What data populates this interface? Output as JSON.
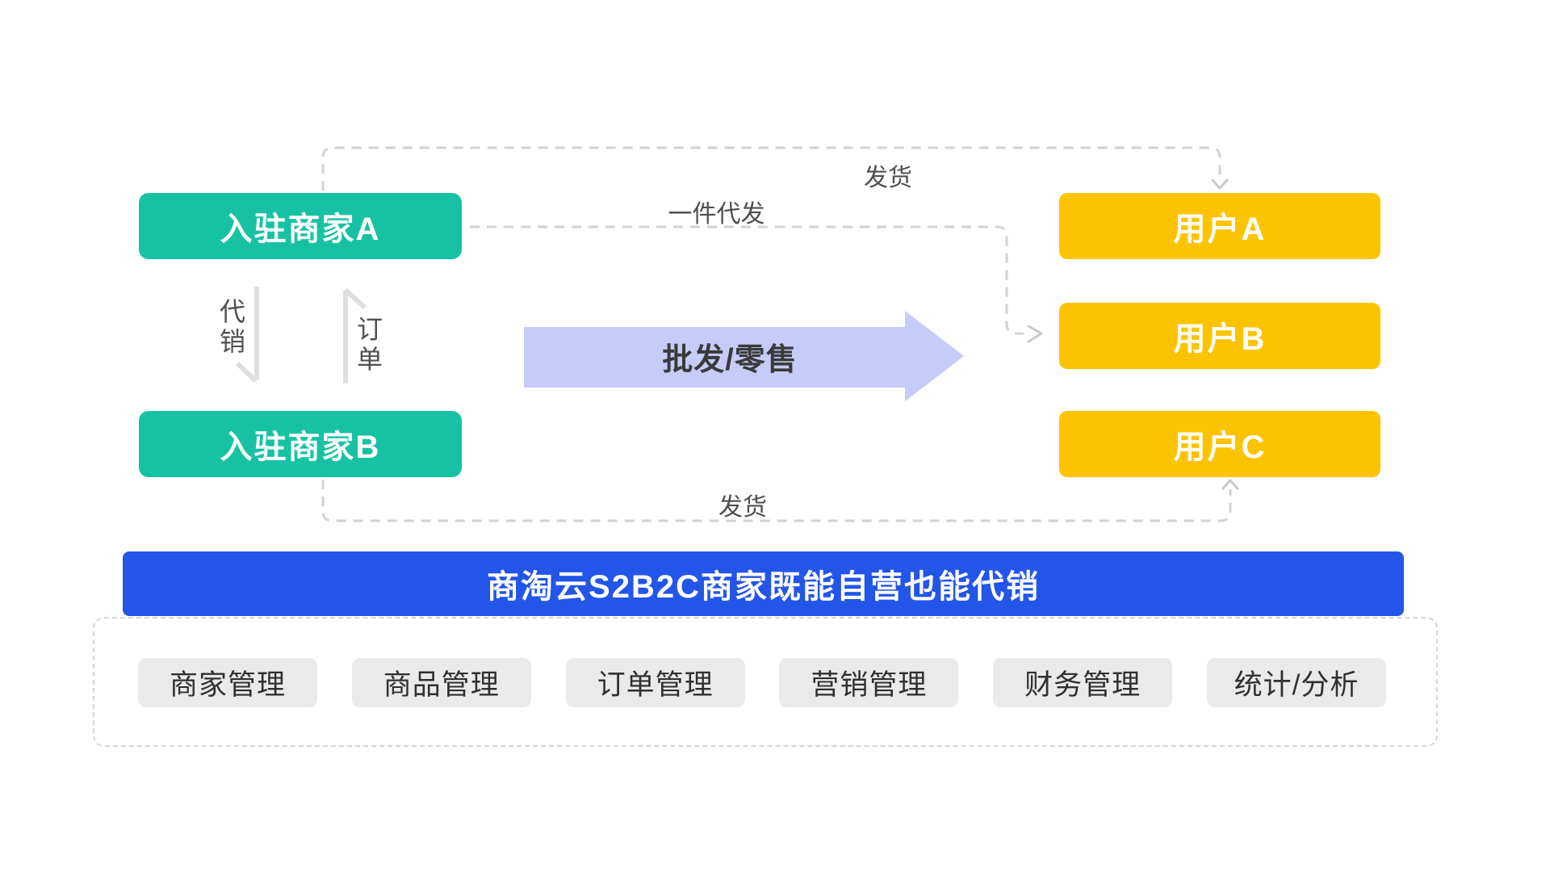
{
  "diagram": {
    "merchants": [
      {
        "label": "入驻商家A"
      },
      {
        "label": "入驻商家B"
      }
    ],
    "users": [
      {
        "label": "用户A"
      },
      {
        "label": "用户B"
      },
      {
        "label": "用户C"
      }
    ],
    "labels": {
      "ship_top": "发货",
      "dropship": "一件代发",
      "wholesale_retail": "批发/零售",
      "consignment": "代销",
      "order": "订单",
      "ship_bottom": "发货"
    }
  },
  "banner": {
    "title": "商淘云S2B2C商家既能自营也能代销"
  },
  "modules": [
    {
      "label": "商家管理"
    },
    {
      "label": "商品管理"
    },
    {
      "label": "订单管理"
    },
    {
      "label": "营销管理"
    },
    {
      "label": "财务管理"
    },
    {
      "label": "统计/分析"
    }
  ],
  "colors": {
    "merchant_box": "#17C2A4",
    "user_box": "#FCC400",
    "banner": "#2355E8",
    "flow_arrow": "#C6CBF8",
    "module_chip": "#EAEAEA",
    "dashed_line": "#D2D2D2",
    "solid_arrow": "#DEDEDE",
    "label_text": "#4F4F4F",
    "flow_arrow_text": "#3A3A3A"
  }
}
